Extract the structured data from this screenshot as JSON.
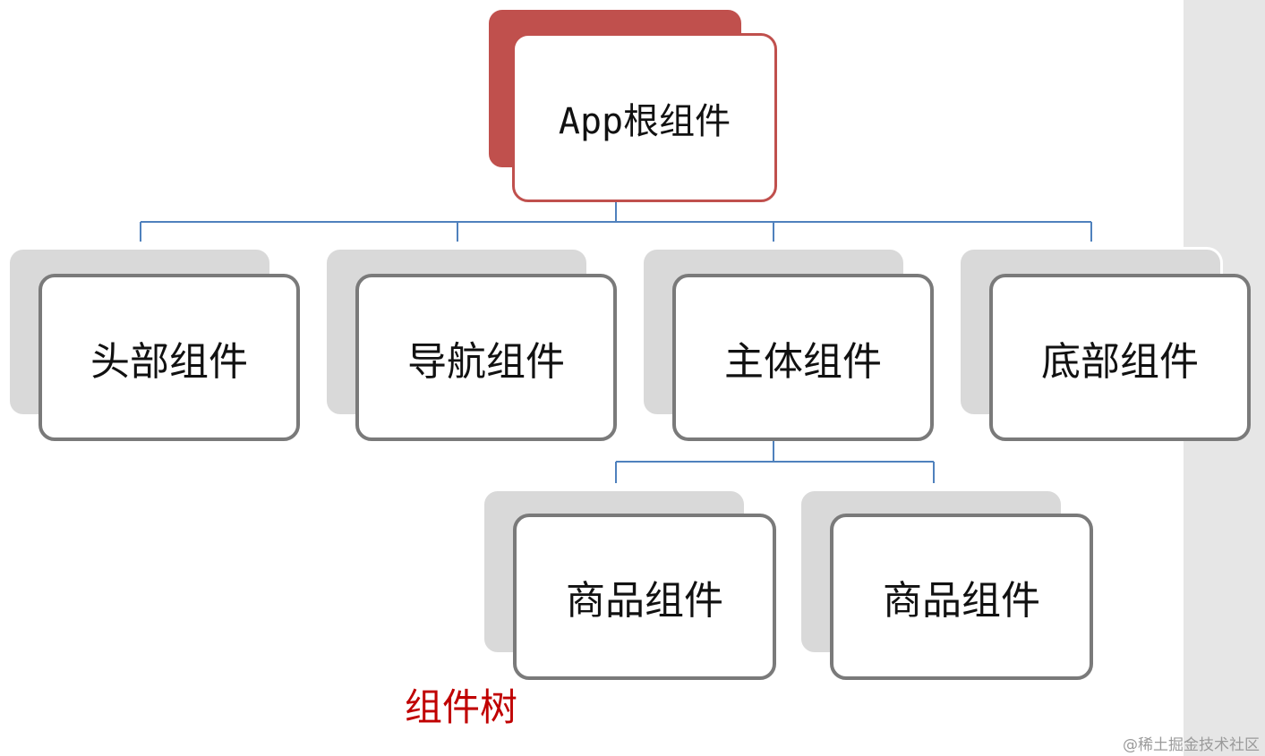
{
  "diagram": {
    "root": {
      "label": "App根组件"
    },
    "children": [
      {
        "label": "头部组件"
      },
      {
        "label": "导航组件"
      },
      {
        "label": "主体组件"
      },
      {
        "label": "底部组件"
      }
    ],
    "grandchildren": [
      {
        "label": "商品组件"
      },
      {
        "label": "商品组件"
      }
    ],
    "caption": "组件树",
    "watermark": "@稀土掘金技术社区"
  },
  "colors": {
    "root_shadow": "#c0504d",
    "root_border": "#c0504d",
    "node_shadow": "#d9d9d9",
    "node_border": "#7a7a7a",
    "connector": "#4f81bd",
    "caption": "#c00000"
  }
}
